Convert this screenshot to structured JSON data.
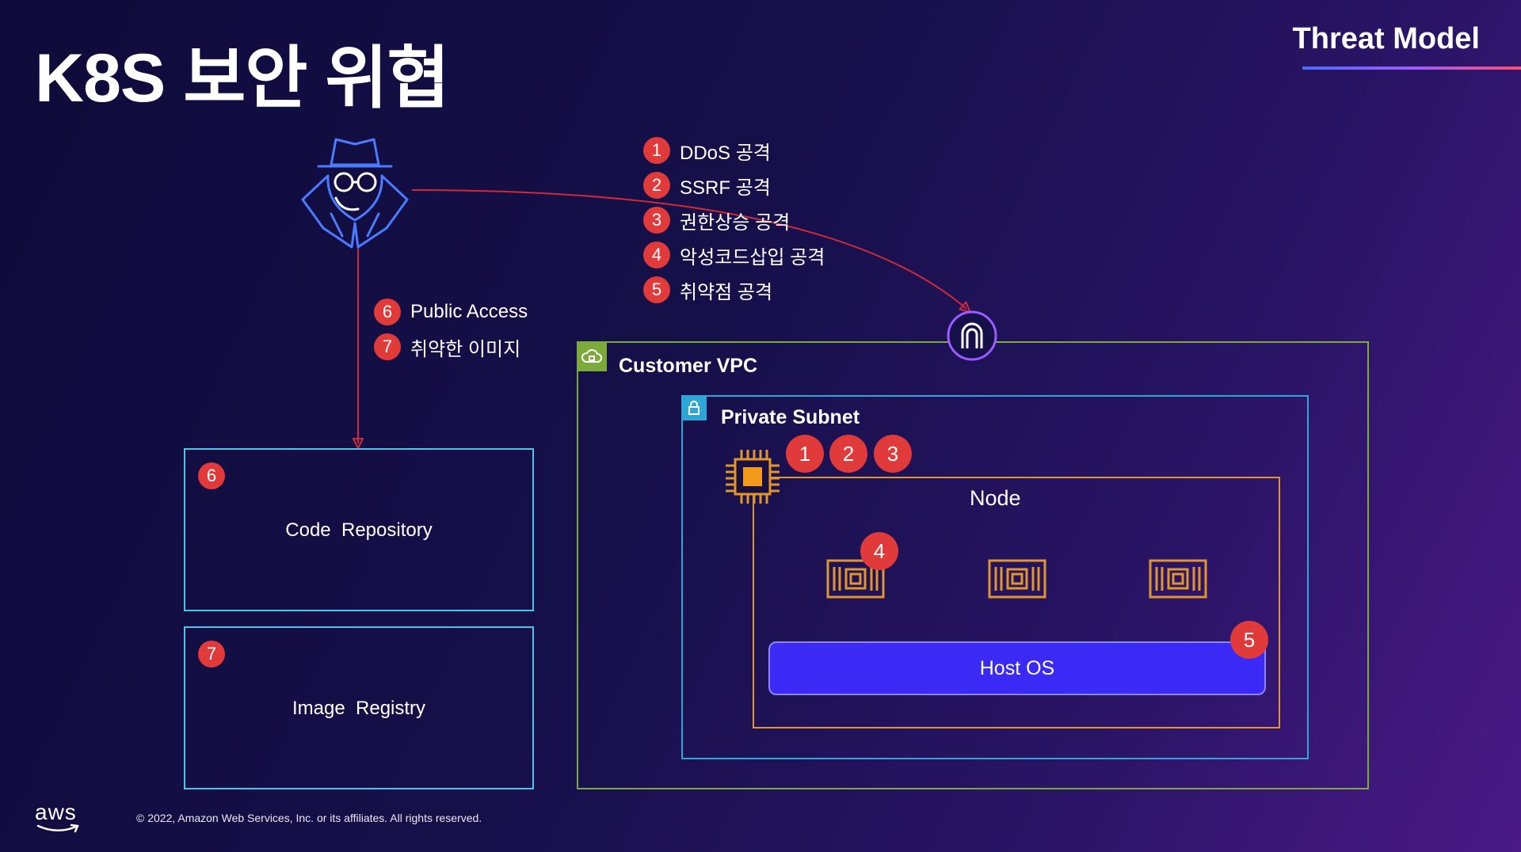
{
  "slide": {
    "title": "K8S 보안 위협",
    "section_label": "Threat Model",
    "footer": "© 2022, Amazon Web Services, Inc. or its affiliates. All rights reserved.",
    "logo_text": "aws"
  },
  "attack_list": [
    {
      "num": "1",
      "text": "DDoS 공격"
    },
    {
      "num": "2",
      "text": "SSRF 공격"
    },
    {
      "num": "3",
      "text": "권한상승 공격"
    },
    {
      "num": "4",
      "text": "악성코드삽입 공격"
    },
    {
      "num": "5",
      "text": "취약점 공격"
    }
  ],
  "supply_chain_list": [
    {
      "num": "6",
      "text": "Public Access"
    },
    {
      "num": "7",
      "text": "취약한 이미지"
    }
  ],
  "repositories": {
    "code": {
      "num": "6",
      "label": "Code  Repository"
    },
    "image": {
      "num": "7",
      "label": "Image  Registry"
    }
  },
  "vpc": {
    "label": "Customer VPC",
    "subnet_label": "Private Subnet",
    "node_label": "Node",
    "host_os_label": "Host OS",
    "node_badges": [
      "1",
      "2",
      "3"
    ],
    "container_badge": "4",
    "host_badge": "5"
  },
  "icons": {
    "attacker": "hacker-spy-icon",
    "gateway": "internet-gateway-icon",
    "vpc": "cloud-vpc-icon",
    "subnet": "lock-icon",
    "node": "ec2-chip-icon",
    "container": "container-icon"
  },
  "colors": {
    "badge": "#e03a3a",
    "arrow": "#d02a3a",
    "vpc_border": "#7cab3c",
    "subnet_border": "#2ea7d6",
    "node_border": "#e0962a",
    "host_os_fill": "#3b2af5",
    "repo_border": "#4fc3e8"
  }
}
